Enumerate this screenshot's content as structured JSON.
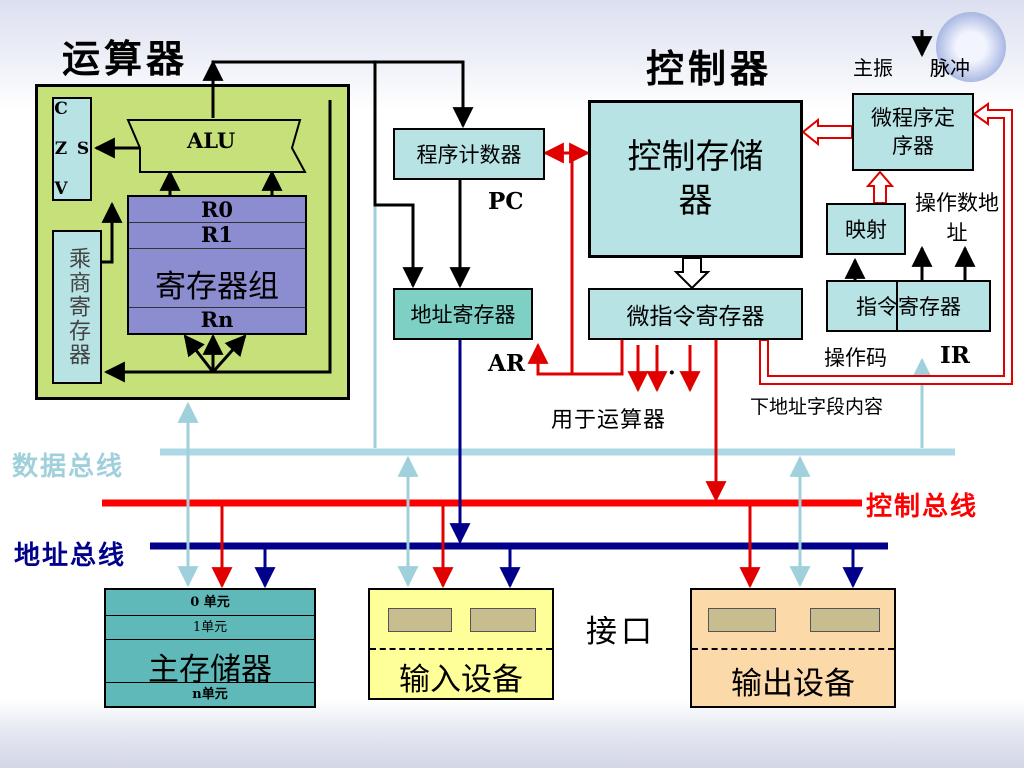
{
  "titles": {
    "alu_section": "运算器",
    "controller_section": "控制器"
  },
  "alu_unit": {
    "flags": "C Z V S",
    "alu": "ALU",
    "mq_register": "乘商寄存器",
    "register_file": {
      "r0": "R0",
      "r1": "R1",
      "group": "寄存器组",
      "rn": "Rn"
    }
  },
  "controller": {
    "clock": "主振",
    "pulse": "脉冲",
    "sequencer": "微程序定序器",
    "control_store": "控制存储器",
    "mapping": "映射",
    "operand_address": "操作数地址",
    "instruction_register": "指令寄存器",
    "opcode": "操作码",
    "ir": "IR",
    "micro_instruction_register": "微指令寄存器",
    "next_address": "下地址字段内容",
    "for_alu": "用于运算器",
    "dot": "·"
  },
  "pc": {
    "name": "程序计数器",
    "tag": "PC"
  },
  "ar": {
    "name": "地址寄存器",
    "tag": "AR"
  },
  "buses": {
    "data": "数据总线",
    "control": "控制总线",
    "address": "地址总线"
  },
  "memory": {
    "unit0": "0 单元",
    "unit1": "1单元",
    "name": "主存储器",
    "unitn": "n单元"
  },
  "devices": {
    "input": "输入设备",
    "output": "输出设备",
    "interface": "接口"
  },
  "colors": {
    "data_bus": "#add8e6",
    "control_bus": "#ff0000",
    "address_bus": "#00008b",
    "alu_bg": "#c6e07a",
    "box_teal": "#b7e3e4",
    "reg_blue": "#8c8cd0",
    "input_bg": "#ffff99",
    "output_bg": "#fcd9a8"
  }
}
